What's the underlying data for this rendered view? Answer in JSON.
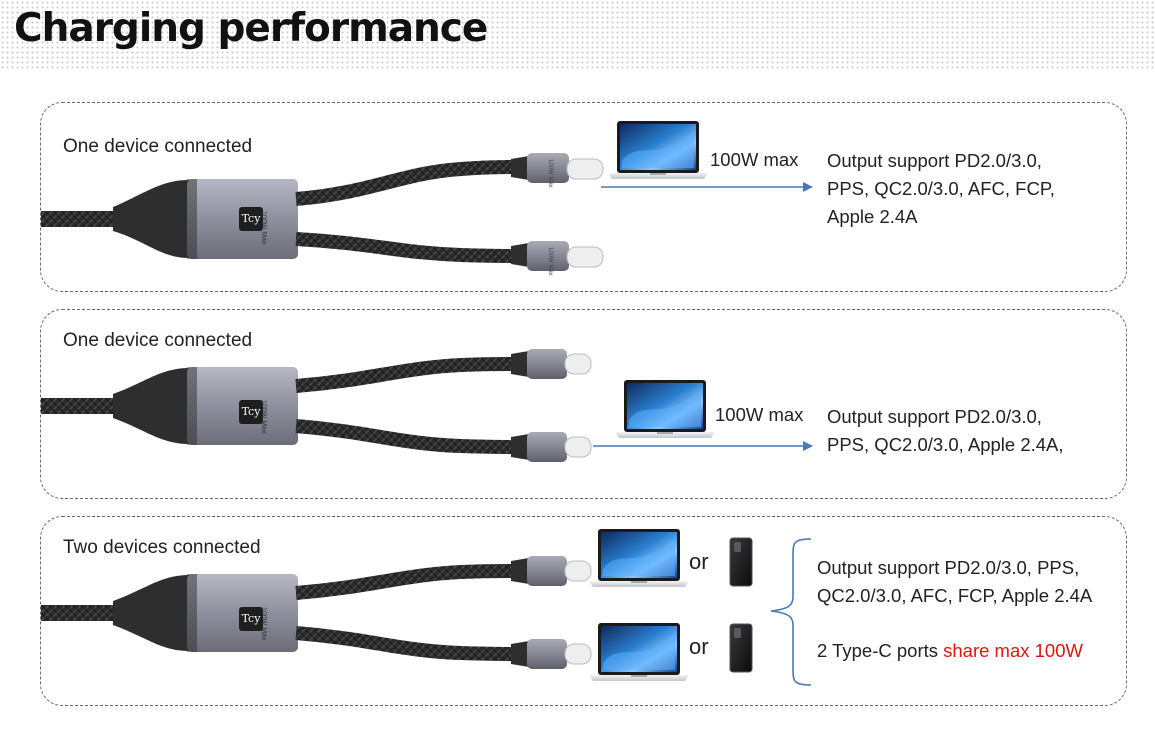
{
  "title": "Charging performance",
  "panels": [
    {
      "label": "One device connected",
      "power": "100W max",
      "spec_lines": [
        "Output support PD2.0/3.0,",
        "PPS, QC2.0/3.0, AFC, FCP,",
        "Apple 2.4A"
      ]
    },
    {
      "label": "One device connected",
      "power": "100W max",
      "spec_lines": [
        "Output support PD2.0/3.0,",
        "PPS, QC2.0/3.0, Apple 2.4A,"
      ]
    },
    {
      "label": "Two devices connected",
      "or_label": "or",
      "spec_lines": [
        "Output support PD2.0/3.0, PPS,",
        "QC2.0/3.0, AFC, FCP, Apple 2.4A"
      ],
      "shared_prefix": "2 Type-C ports ",
      "shared_highlight": "share max 100W"
    }
  ],
  "cable_text": {
    "hub_print": "100W Max",
    "plug_print": "100W Max",
    "logo": "Tcy"
  },
  "colors": {
    "highlight": "#e0150f",
    "arrow": "#4a78b8",
    "cable": "#2b2b2b",
    "housing": "#8e8f9c"
  },
  "icons": [
    "laptop-icon",
    "phone-icon",
    "arrow-icon",
    "bracket-icon",
    "usb-c-plug-icon"
  ]
}
